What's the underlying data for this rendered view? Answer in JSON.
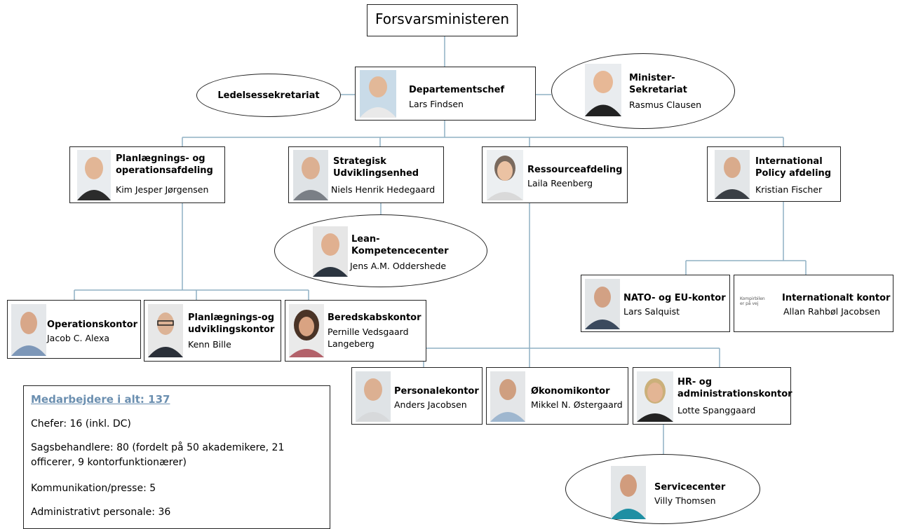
{
  "root": {
    "title": "Forsvarsministeren"
  },
  "side": {
    "ledelse": "Ledelsessekretariat",
    "minister": {
      "title": "Minister-\nSekretariat",
      "name": "Rasmus Clausen"
    }
  },
  "chef": {
    "title": "Departementschef",
    "name": "Lars Findsen"
  },
  "departments": {
    "plan": {
      "title": "Planlægnings- og\noperationsafdeling",
      "name": "Kim Jesper Jørgensen"
    },
    "strat": {
      "title": "Strategisk\nUdviklingsenhed",
      "name": "Niels Henrik Hedegaard"
    },
    "res": {
      "title": "Ressourceafdeling",
      "name": "Laila Reenberg"
    },
    "intl": {
      "title": "International\nPolicy afdeling",
      "name": "Kristian Fischer"
    }
  },
  "lean": {
    "title": "Lean-\nKompetencecenter",
    "name": "Jens A.M. Oddershede"
  },
  "offices": {
    "ops": {
      "title": "Operationskontor",
      "name": "Jacob C. Alexa"
    },
    "planudv": {
      "title": "Planlægnings-og\nudviklingskontor",
      "name": "Kenn Bille"
    },
    "bered": {
      "title": "Beredskabskontor",
      "name": "Pernille Vedsgaard\nLangeberg"
    },
    "nato": {
      "title": "NATO- og EU-kontor",
      "name": "Lars Salquist"
    },
    "intkontor": {
      "title": "Internationalt kontor",
      "name": "Allan Rahbøl Jacobsen",
      "placeholder_text": "Kompirbilen\ner på vej"
    },
    "personale": {
      "title": "Personalekontor",
      "name": "Anders Jacobsen"
    },
    "okonomi": {
      "title": "Økonomikontor",
      "name": "Mikkel N. Østergaard"
    },
    "hr": {
      "title": "HR- og\nadministrationskontor",
      "name": "Lotte Spanggaard"
    }
  },
  "service": {
    "title": "Servicecenter",
    "name": "Villy Thomsen"
  },
  "staff": {
    "heading": "Medarbejdere i alt: 137",
    "lines": [
      "Chefer: 16 (inkl. DC)",
      "Sagsbehandlere: 80 (fordelt på 50 akademikere, 21 officerer, 9 kontorfunktionærer)",
      "Kommunikation/presse: 5",
      "Administrativt personale: 36"
    ]
  },
  "colors": {
    "connector": "#8fb0c4",
    "border": "#222222",
    "link": "#6b8fb0"
  }
}
